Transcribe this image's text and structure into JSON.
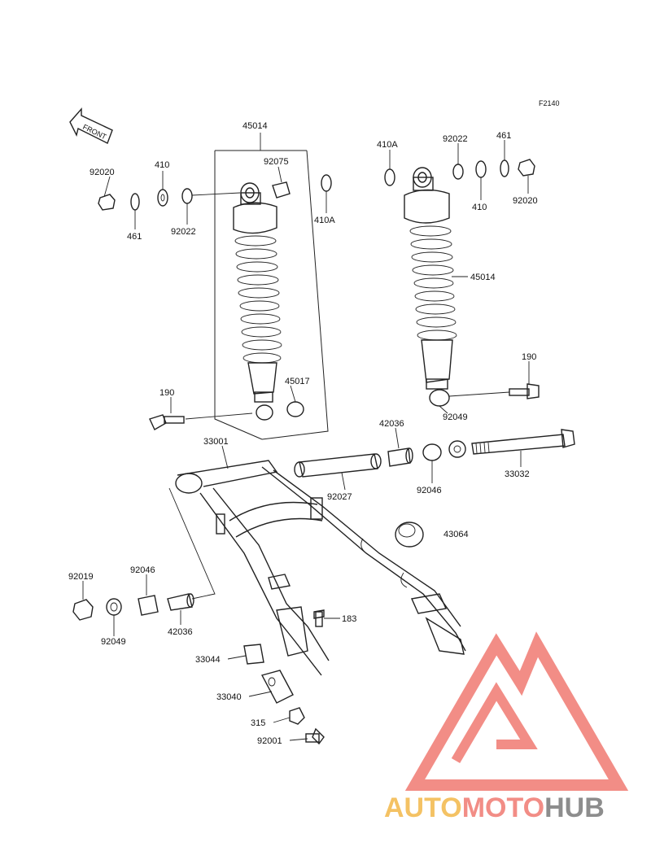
{
  "figure_code": "F2140",
  "front_label": "FRONT",
  "parts": {
    "p45014_left": "45014",
    "p45014_right": "45014",
    "p92075": "92075",
    "p410_left": "410",
    "p410_right": "410",
    "p410A_left": "410A",
    "p410A_right": "410A",
    "p92020_left": "92020",
    "p92020_right": "92020",
    "p461_left": "461",
    "p461_right": "461",
    "p92022_left": "92022",
    "p92022_right": "92022",
    "p190_left": "190",
    "p190_right": "190",
    "p45017": "45017",
    "p92049_right": "92049",
    "p92049_left": "92049",
    "p33001": "33001",
    "p42036_top": "42036",
    "p42036_bottom": "42036",
    "p92027": "92027",
    "p92046_right": "92046",
    "p92046_left": "92046",
    "p33032": "33032",
    "p43064": "43064",
    "p92019": "92019",
    "p183": "183",
    "p33044": "33044",
    "p33040": "33040",
    "p315": "315",
    "p92001": "92001"
  },
  "watermark": {
    "auto": "AUTO",
    "moto": "MOTO",
    "hub": "HUB"
  },
  "colors": {
    "line": "#222222",
    "watermark_red": "#f07a72",
    "watermark_yellow": "#f3b84a",
    "watermark_gray": "#7a7a7a"
  }
}
